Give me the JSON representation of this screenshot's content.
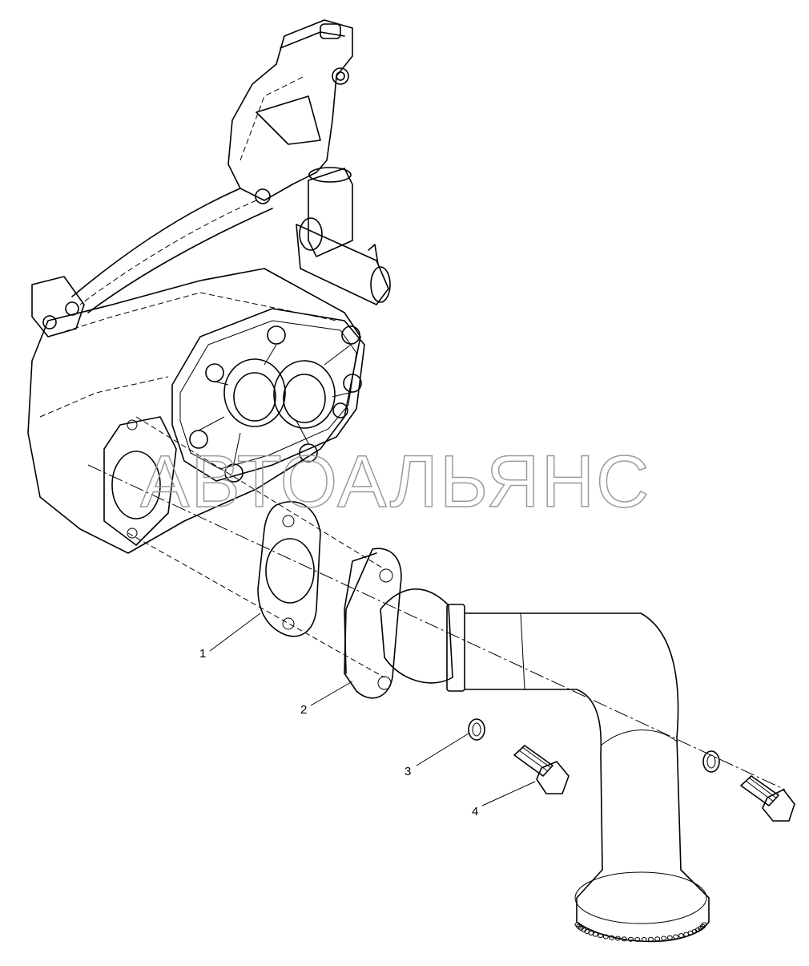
{
  "watermark": "АВТОАЛЬЯНС",
  "callouts": [
    {
      "id": "callout-1",
      "label": "1",
      "part": "gasket"
    },
    {
      "id": "callout-2",
      "label": "2",
      "part": "suction-pipe"
    },
    {
      "id": "callout-3",
      "label": "3",
      "part": "washer"
    },
    {
      "id": "callout-4",
      "label": "4",
      "part": "bolt"
    }
  ],
  "colors": {
    "line": "#000000",
    "watermark": "#9a9a9a",
    "background": "#ffffff"
  }
}
